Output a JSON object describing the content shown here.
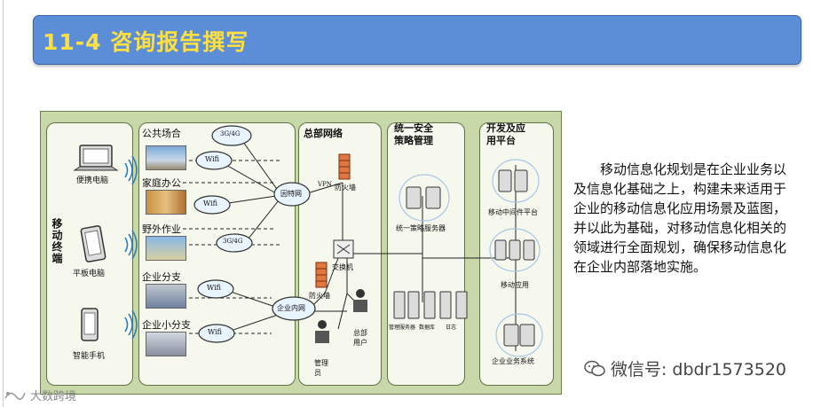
{
  "header": {
    "title": "11-4 咨询报告撰写"
  },
  "diagram": {
    "devices": {
      "laptop": "便携电脑",
      "tablet": "平板电脑",
      "phone": "智能手机",
      "group_label": "移动终端"
    },
    "sites": {
      "public": "公共场合",
      "home": "家庭办公",
      "field": "野外作业",
      "branch": "企业分支",
      "small_branch": "企业小分支"
    },
    "clouds": {
      "g34_a": "3G/4G",
      "wifi_a": "Wifi",
      "wifi_b": "Wifi",
      "g34_b": "3G/4G",
      "wifi_c": "Wifi",
      "wifi_d": "Wifi",
      "internet": "因特网",
      "intranet": "企业内网"
    },
    "hq": {
      "title": "总部网络",
      "vpn": "VPN",
      "firewall_top": "防火墙",
      "firewall_bottom": "防火墙",
      "switch": "交换机",
      "users": "总部\n用户",
      "admin": "管理\n员"
    },
    "policy": {
      "title": "统一安全\n策略管理",
      "server": "统一策略服务器",
      "mgmt_server": "管理服务器",
      "database": "数据库",
      "log": "日志"
    },
    "platform": {
      "title": "开发及应\n用平台",
      "middleware": "移动中间件平台",
      "apps": "移动应用",
      "biz": "企业业务系统"
    }
  },
  "description": "移动信息化规划是在企业业务以及信息化基础之上，构建未来适用于企业的移动信息化应用场景及蓝图，并以此为基础，对移动信息化相关的领域进行全面规划，确保移动信息化在企业内部落地实施。",
  "watermark": {
    "text": "微信号: dbdr1573520",
    "icon": "wechat-icon"
  },
  "bottom_logo": {
    "text": "大数跨境",
    "icon": "logo-icon"
  }
}
